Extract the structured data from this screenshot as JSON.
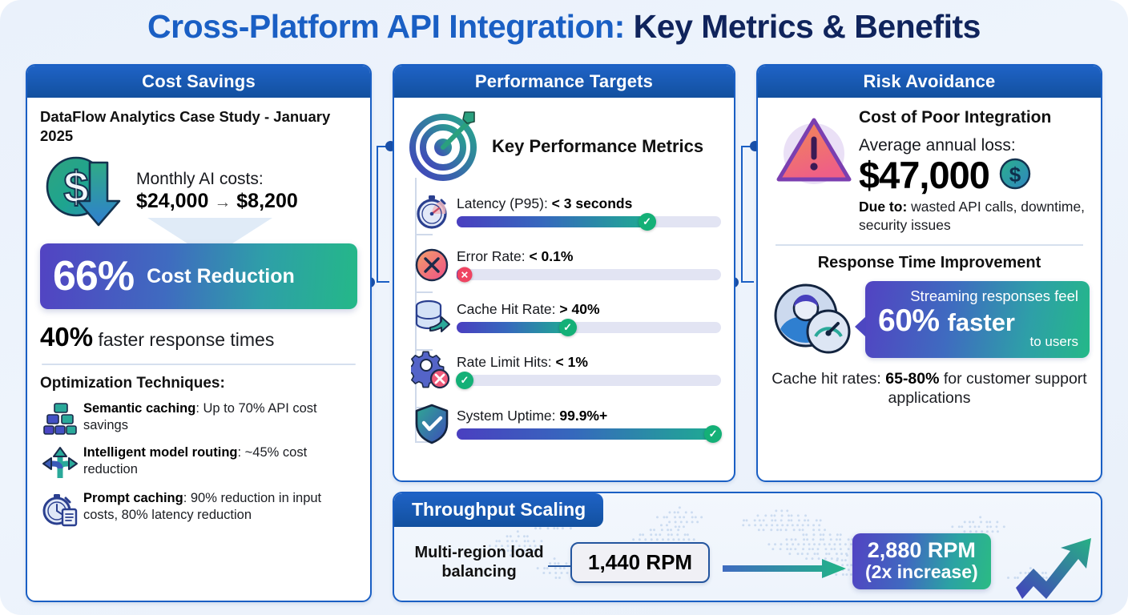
{
  "title": {
    "part1": "Cross-Platform API Integration:",
    "part2": " Key Metrics & Benefits"
  },
  "colors": {
    "header_blue": "#1a5fc4",
    "title_navy": "#10245c",
    "gradient_start": "#5243c2",
    "gradient_end": "#24b888",
    "ok_green": "#14b077",
    "bad_red": "#ef4361",
    "background": "#eaf1fb"
  },
  "panels": {
    "cost": {
      "header": "Cost Savings",
      "case_study": "DataFlow Analytics Case Study - January 2025",
      "monthly_label": "Monthly AI costs:",
      "cost_before": "$24,000",
      "cost_arrow": "→",
      "cost_after": "$8,200",
      "banner_pct": "66%",
      "banner_label": "Cost Reduction",
      "faster_pct": "40%",
      "faster_text": " faster response times",
      "optimization_heading": "Optimization Techniques:",
      "techniques": [
        {
          "icon": "blocks-icon",
          "bold": "Semantic caching",
          "rest": ": Up to 70% API cost savings"
        },
        {
          "icon": "routing-arrows-icon",
          "bold": "Intelligent model routing",
          "rest": ": ~45% cost reduction"
        },
        {
          "icon": "stopwatch-document-icon",
          "bold": "Prompt caching",
          "rest": ": 90% reduction in input costs, 80% latency reduction"
        }
      ]
    },
    "performance": {
      "header": "Performance Targets",
      "section_title": "Key Performance Metrics",
      "section_icon": "target-dartboard-icon",
      "metrics": [
        {
          "icon": "stopwatch-icon",
          "label": "Latency (P95): ",
          "value": "< 3 seconds",
          "fill": 72,
          "status": "ok"
        },
        {
          "icon": "error-x-icon",
          "label": "Error Rate: ",
          "value": "< 0.1%",
          "fill": 3,
          "status": "bad"
        },
        {
          "icon": "database-icon",
          "label": "Cache Hit Rate: ",
          "value": "> 40%",
          "fill": 42,
          "status": "ok"
        },
        {
          "icon": "gear-error-icon",
          "label": "Rate Limit Hits: ",
          "value": "< 1%",
          "fill": 3,
          "status": "ok"
        },
        {
          "icon": "shield-check-icon",
          "label": "System Uptime: ",
          "value": "99.9%+",
          "fill": 97,
          "status": "ok"
        }
      ]
    },
    "risk": {
      "header": "Risk Avoidance",
      "icon": "warning-triangle-icon",
      "heading": "Cost of Poor Integration",
      "loss_label": "Average annual loss:",
      "loss_amount": "$47,000",
      "loss_badge_icon": "dollar-coin-icon",
      "due_bold": "Due to:",
      "due_rest": " wasted API calls, downtime, security issues",
      "rti_heading": "Response Time Improvement",
      "rti_icon": "user-speedometer-icon",
      "bubble_line1": "Streaming responses feel",
      "bubble_pct": "60%",
      "bubble_faster": "faster",
      "bubble_line3": "to users",
      "cache_prefix": "Cache hit rates: ",
      "cache_bold": "65-80%",
      "cache_suffix": " for customer support applications"
    },
    "throughput": {
      "header": "Throughput Scaling",
      "source_label": "Multi-region load balancing",
      "before_value": "1,440 RPM",
      "after_line1": "2,880 RPM",
      "after_line2": "(2x increase)",
      "arrow_icon": "right-arrow-icon",
      "rise_icon": "upward-trend-arrow-icon"
    }
  }
}
